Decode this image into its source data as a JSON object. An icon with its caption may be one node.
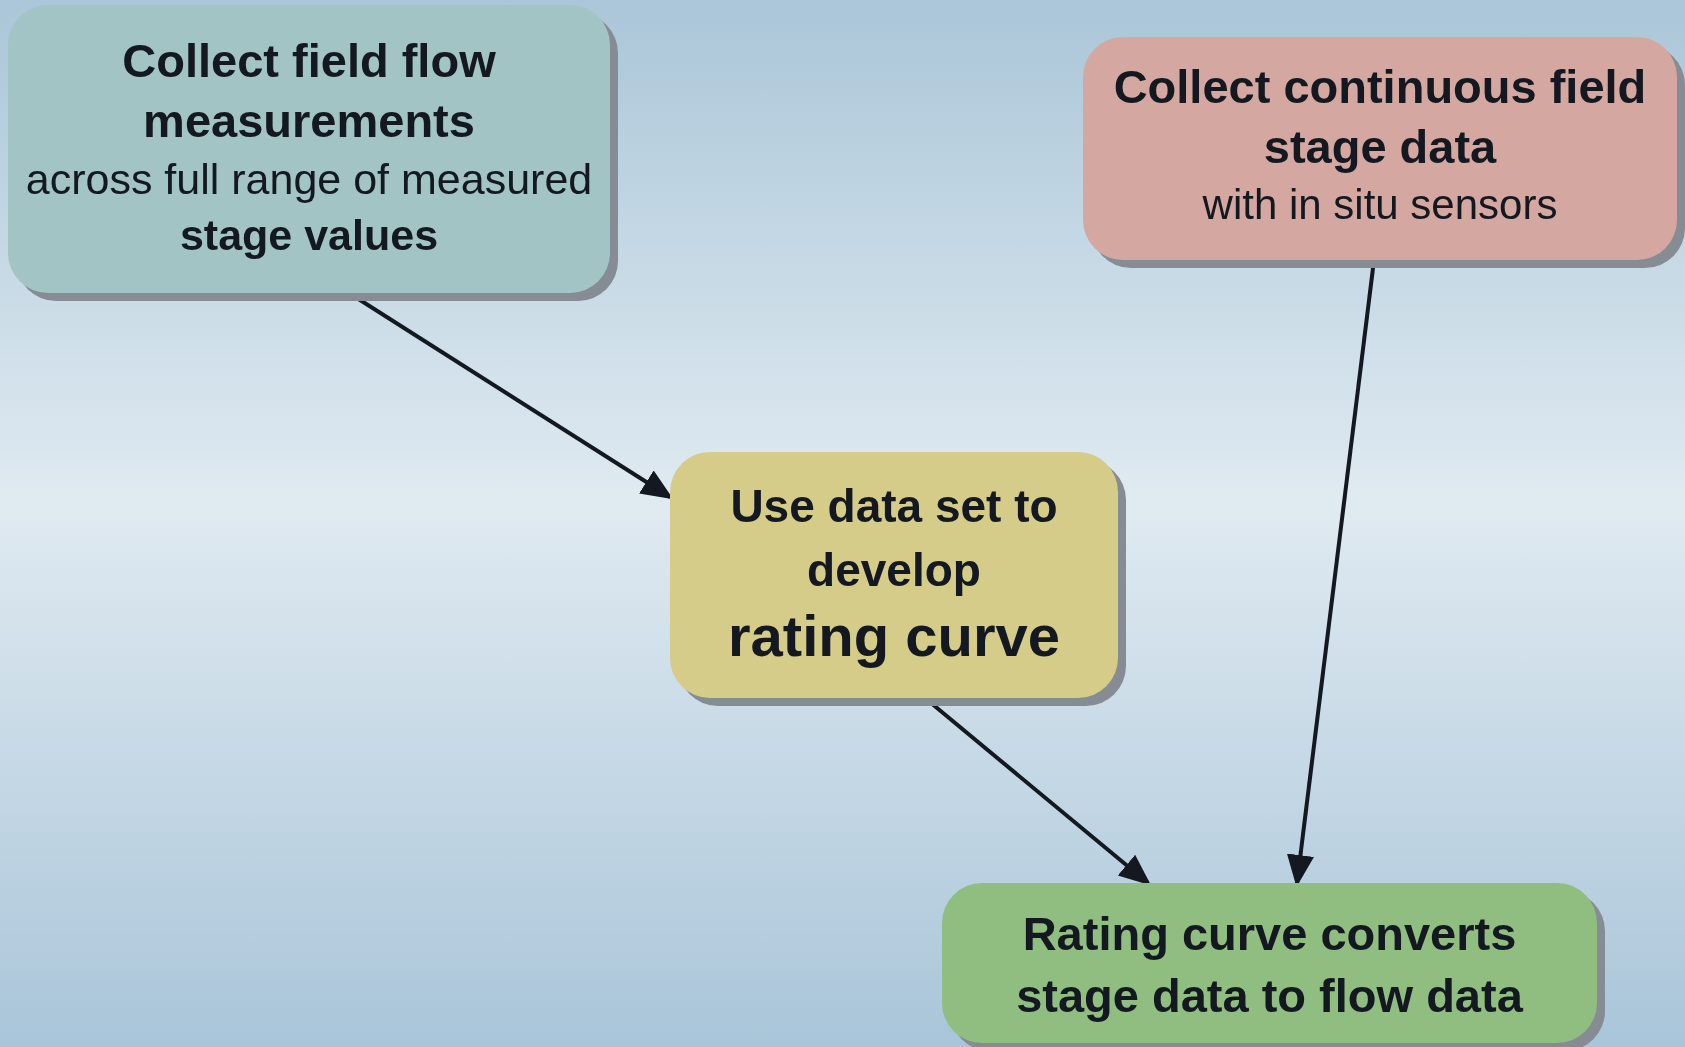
{
  "diagram": {
    "nodes": [
      {
        "text": [
          "Collect field flow measurements",
          "across full range of measured **stage values**"
        ]
      },
      {
        "text": [
          "Collect continuous field stage data",
          "with in situ sensors"
        ]
      },
      {
        "text": [
          "Use data set to develop",
          "rating curve"
        ]
      },
      {
        "text": [
          "Rating curve converts stage data to flow data"
        ]
      }
    ],
    "edges": [
      {
        "from": 0,
        "to": 2,
        "arrow": "to"
      },
      {
        "from": 2,
        "to": 3,
        "arrow": "to"
      },
      {
        "from": 1,
        "to": 3,
        "arrow": "to"
      }
    ]
  }
}
